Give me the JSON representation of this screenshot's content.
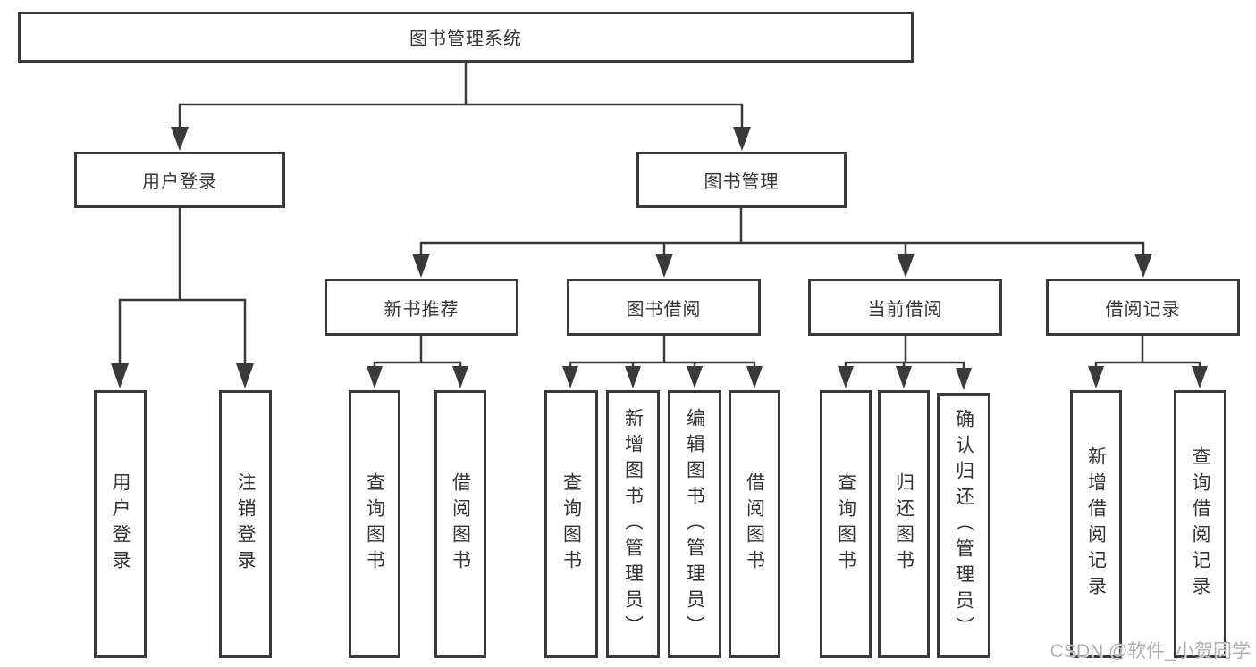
{
  "tree": {
    "label": "图书管理系统",
    "children": [
      {
        "label": "用户登录",
        "children": [
          {
            "label": "用户登录"
          },
          {
            "label": "注销登录"
          }
        ]
      },
      {
        "label": "图书管理",
        "children": [
          {
            "label": "新书推荐",
            "children": [
              {
                "label": "查询图书"
              },
              {
                "label": "借阅图书"
              }
            ]
          },
          {
            "label": "图书借阅",
            "children": [
              {
                "label": "查询图书"
              },
              {
                "label": "新增图书（管理员）"
              },
              {
                "label": "编辑图书（管理员）"
              },
              {
                "label": "借阅图书"
              }
            ]
          },
          {
            "label": "当前借阅",
            "children": [
              {
                "label": "查询图书"
              },
              {
                "label": "归还图书"
              },
              {
                "label": "确认归还（管理员）"
              }
            ]
          },
          {
            "label": "借阅记录",
            "children": [
              {
                "label": "新增借阅记录"
              },
              {
                "label": "查询借阅记录"
              }
            ]
          }
        ]
      }
    ]
  },
  "watermark": {
    "text": "CSDN @软件_小贺同学"
  },
  "colors": {
    "line": "#3a3a3a",
    "text": "#333333",
    "watermark": "#b0b0b0",
    "background": "#ffffff"
  }
}
